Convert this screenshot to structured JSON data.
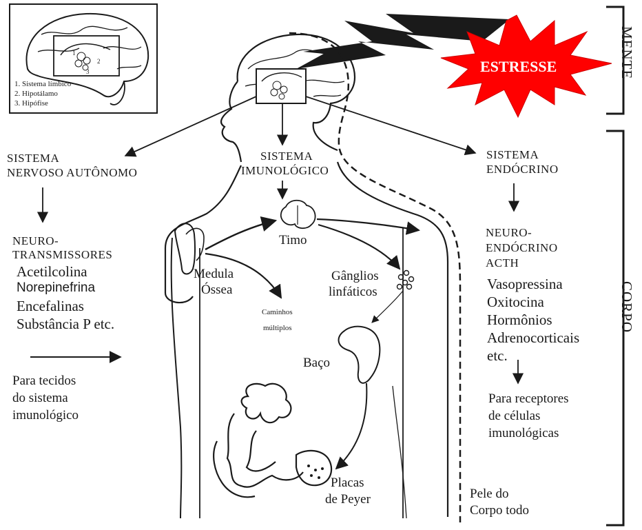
{
  "side_labels": {
    "mind": "MENTE",
    "body": "CORPO"
  },
  "stress": "ESTRESSE",
  "inset_legend": [
    "1. Sistema límbico",
    "2. Hipotálamo",
    "3. Hipófise"
  ],
  "inset_marks": [
    "1",
    "2",
    "3"
  ],
  "autonomic": {
    "title": [
      "SISTEMA",
      "NERVOSO AUTÔNOMO"
    ],
    "neuro_title": [
      "NEURO-",
      "TRANSMISSORES"
    ],
    "items": [
      "Acetilcolina",
      "Norepinefrina",
      "Encefalinas",
      "Substância P etc."
    ],
    "destination": [
      "Para tecidos",
      "do sistema",
      "imunológico"
    ]
  },
  "immune": {
    "title": [
      "SISTEMA",
      "IMUNOLÓGICO"
    ],
    "organs": {
      "thymus": "Timo",
      "marrow": [
        "Medula",
        "Óssea"
      ],
      "multiple_paths": [
        "Caminhos",
        "múltiplos"
      ],
      "lymph_nodes": [
        "Gânglios",
        "linfáticos"
      ],
      "spleen": "Baço",
      "peyer": [
        "Placas",
        "de Peyer"
      ],
      "skin": [
        "Pele do",
        "Corpo todo"
      ]
    }
  },
  "endocrine": {
    "title": [
      "SISTEMA",
      "ENDÓCRINO"
    ],
    "neuro_title": [
      "NEURO-",
      "ENDÓCRINO",
      "ACTH"
    ],
    "items": [
      "Vasopressina",
      "Oxitocina",
      "Hormônios",
      "Adrenocorticais",
      "etc."
    ],
    "destination": [
      "Para receptores",
      "de células",
      "imunológicas"
    ]
  },
  "colors": {
    "ink": "#1a1a1a",
    "stress_fill": "#ff0000",
    "stress_text": "#ffffff"
  }
}
